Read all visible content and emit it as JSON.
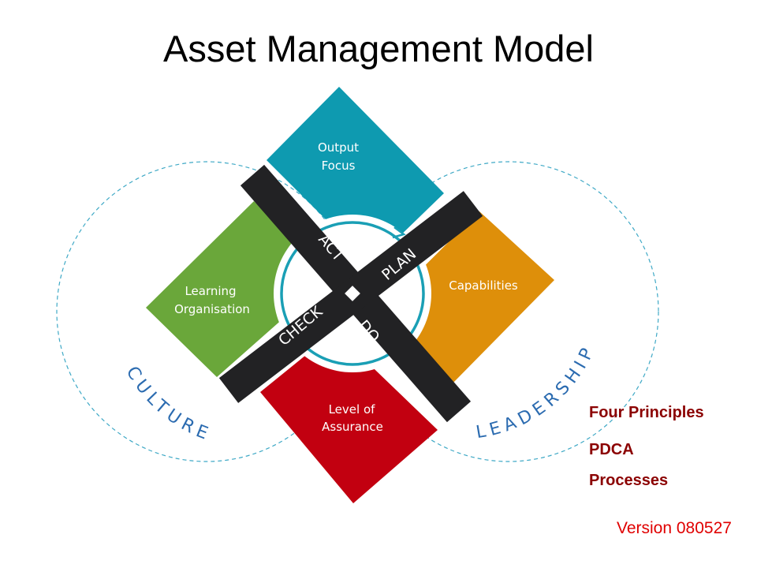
{
  "title": "Asset Management Model",
  "diagram": {
    "quadrants": [
      {
        "line1": "Output",
        "line2": "Focus",
        "color": "#0e9ab0"
      },
      {
        "line1": "Capabilities",
        "color": "#de8f0a"
      },
      {
        "line1": "Level of",
        "line2": "Assurance",
        "color": "#c20010"
      },
      {
        "line1": "Learning",
        "line2": "Organisation",
        "color": "#6aa73a"
      }
    ],
    "cycle": {
      "act": "ACT",
      "plan": "PLAN",
      "do": "DO",
      "check": "CHECK"
    },
    "left_ring": "CULTURE",
    "right_ring": "LEADERSHIP"
  },
  "side": {
    "item1": "Four Principles",
    "item2": "PDCA",
    "item3": "Processes"
  },
  "version": "Version 080527"
}
